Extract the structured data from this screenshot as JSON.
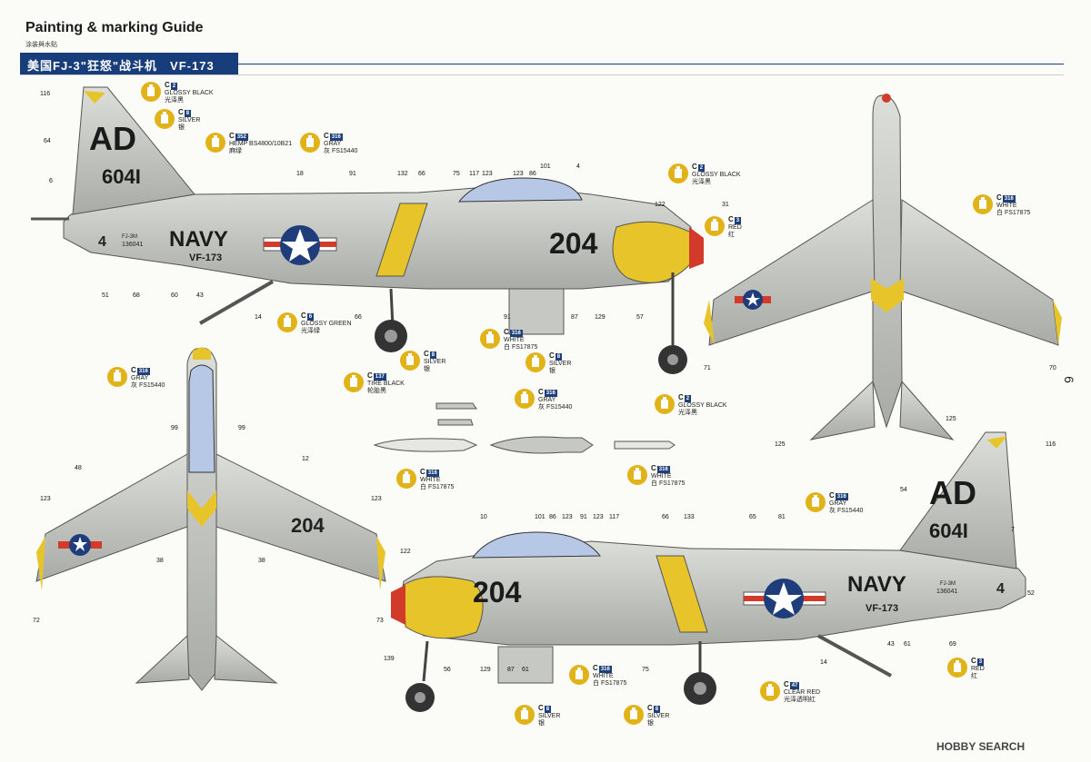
{
  "header": {
    "title": "Painting & marking Guide",
    "subtitle": "涂装與水贴",
    "banner": "美国FJ-3\"狂怒\"战斗机　VF-173",
    "page_number": "6"
  },
  "colors": {
    "banner": "#173e7a",
    "aircraft_gray": "#c9cbc6",
    "yellow": "#e7c52a",
    "red": "#d23a2a",
    "chip_gold": "#e2b318",
    "navy_blue": "#1f3d7a"
  },
  "markings": {
    "tail_code": "AD",
    "serial_tail": "604I",
    "service": "NAVY",
    "squadron": "VF-173",
    "modex": "204",
    "bureau_type": "FJ-3M",
    "bureau_number": "136041",
    "tail_number": "4"
  },
  "callouts": [
    {
      "code": "C",
      "num": "2",
      "name": "GLOSSY BLACK",
      "cn": "光泽黑"
    },
    {
      "code": "C",
      "num": "8",
      "name": "SILVER",
      "cn": "银"
    },
    {
      "code": "C",
      "num": "352",
      "name": "HEMP BS4800/10B21",
      "cn": "麻绿"
    },
    {
      "code": "C",
      "num": "316",
      "name": "GRAY",
      "cn": "灰 FS15440"
    },
    {
      "code": "C",
      "num": "2",
      "name": "GLOSSY BLACK",
      "cn": "光泽黑"
    },
    {
      "code": "C",
      "num": "3",
      "name": "RED",
      "cn": "红"
    },
    {
      "code": "C",
      "num": "316",
      "name": "WHITE",
      "cn": "白 FS17875"
    },
    {
      "code": "C",
      "num": "6",
      "name": "GLOSSY GREEN",
      "cn": "光泽绿"
    },
    {
      "code": "C",
      "num": "8",
      "name": "SILVER",
      "cn": "银"
    },
    {
      "code": "C",
      "num": "137",
      "name": "TIRE BLACK",
      "cn": "轮胎黑"
    },
    {
      "code": "C",
      "num": "316",
      "name": "WHITE",
      "cn": "白 FS17875"
    },
    {
      "code": "C",
      "num": "8",
      "name": "SILVER",
      "cn": "银"
    },
    {
      "code": "C",
      "num": "316",
      "name": "GRAY",
      "cn": "灰 FS15440"
    },
    {
      "code": "C",
      "num": "316",
      "name": "GRAY",
      "cn": "灰 FS15440"
    },
    {
      "code": "C",
      "num": "2",
      "name": "GLOSSY BLACK",
      "cn": "光泽黑"
    },
    {
      "code": "C",
      "num": "316",
      "name": "WHITE",
      "cn": "白 FS17875"
    },
    {
      "code": "C",
      "num": "316",
      "name": "WHITE",
      "cn": "白 FS17875"
    },
    {
      "code": "C",
      "num": "316",
      "name": "GRAY",
      "cn": "灰 FS15440"
    },
    {
      "code": "C",
      "num": "316",
      "name": "WHITE",
      "cn": "白 FS17875"
    },
    {
      "code": "C",
      "num": "47",
      "name": "CLEAR RED",
      "cn": "光泽透明红"
    },
    {
      "code": "C",
      "num": "3",
      "name": "RED",
      "cn": "红"
    },
    {
      "code": "C",
      "num": "8",
      "name": "SILVER",
      "cn": "银"
    },
    {
      "code": "C",
      "num": "8",
      "name": "SILVER",
      "cn": "银"
    }
  ],
  "part_numbers": [
    "116",
    "64",
    "6",
    "51",
    "68",
    "60",
    "43",
    "18",
    "91",
    "132",
    "66",
    "75",
    "117",
    "123",
    "123",
    "86",
    "101",
    "4",
    "122",
    "14",
    "66",
    "91",
    "87",
    "129",
    "57",
    "31",
    "71",
    "70",
    "125",
    "125",
    "116",
    "48",
    "123",
    "99",
    "99",
    "12",
    "123",
    "38",
    "38",
    "72",
    "73",
    "122",
    "10",
    "101",
    "86",
    "123",
    "91",
    "123",
    "117",
    "66",
    "133",
    "65",
    "81",
    "54",
    "7",
    "52",
    "139",
    "56",
    "129",
    "87",
    "61",
    "75",
    "14",
    "43",
    "61",
    "69"
  ],
  "watermark": "HOBBY SEARCH"
}
